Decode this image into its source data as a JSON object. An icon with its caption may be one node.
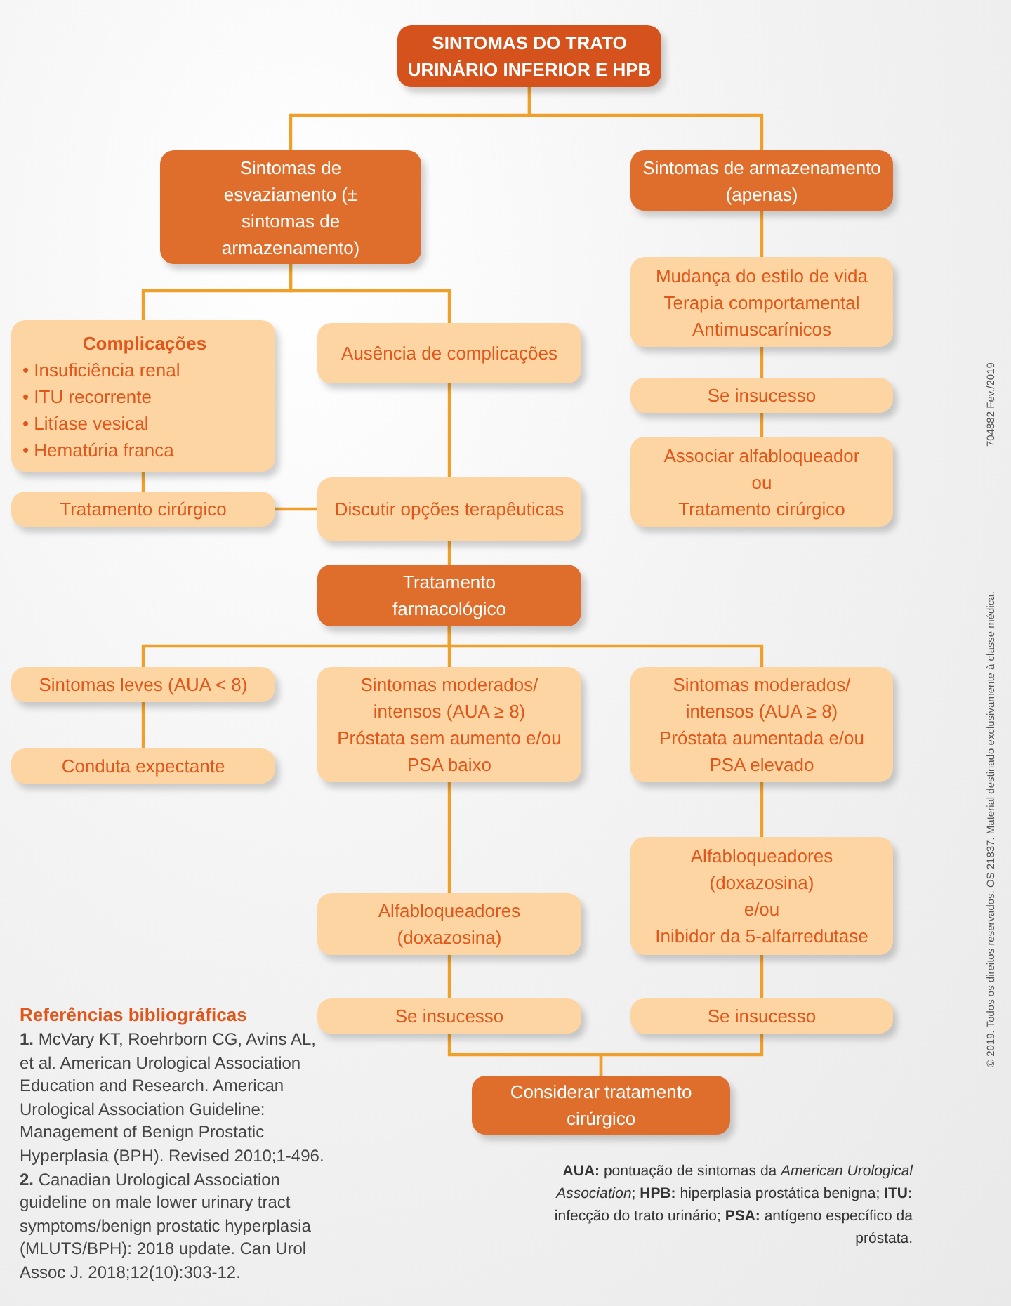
{
  "diagram": {
    "nodes": [
      {
        "text": [
          "SINTOMAS DO TRATO URINÁRIO INFERIOR E HPB"
        ]
      },
      {
        "text": [
          "Sintomas de esvaziamento (± sintomas de armazenamento)"
        ]
      },
      {
        "text": [
          "Sintomas de armazenamento (apenas)"
        ]
      },
      {
        "text": [
          "Complicações",
          "• Insuficiência renal",
          "• ITU recorrente",
          "• Litíase vesical",
          "• Hematúria franca"
        ]
      },
      {
        "text": [
          "Ausência de complicações"
        ]
      },
      {
        "text": [
          "Mudança do estilo de vida",
          "Terapia comportamental",
          "Antimuscarínicos"
        ]
      },
      {
        "text": [
          "Tratamento cirúrgico"
        ]
      },
      {
        "text": [
          "Discutir opções terapêuticas"
        ]
      },
      {
        "text": [
          "Se insucesso"
        ]
      },
      {
        "text": [
          "Associar alfabloqueador",
          "ou",
          "Tratamento cirúrgico"
        ]
      },
      {
        "text": [
          "Tratamento farmacológico"
        ]
      },
      {
        "text": [
          "Sintomas leves (AUA < 8)"
        ]
      },
      {
        "text": [
          "Sintomas moderados/ intensos (AUA ≥ 8)",
          "Próstata sem aumento e/ou PSA baixo"
        ]
      },
      {
        "text": [
          "Sintomas moderados/ intensos (AUA ≥ 8)",
          "Próstata aumentada e/ou PSA elevado"
        ]
      },
      {
        "text": [
          "Conduta expectante"
        ]
      },
      {
        "text": [
          "Alfabloqueadores (doxazosina)"
        ]
      },
      {
        "text": [
          "Alfabloqueadores (doxazosina)",
          "e/ou",
          "Inibidor da 5-alfarredutase"
        ]
      },
      {
        "text": [
          "Se insucesso"
        ]
      },
      {
        "text": [
          "Se insucesso"
        ]
      },
      {
        "text": [
          "Considerar tratamento cirúrgico"
        ]
      }
    ],
    "edges": [
      {
        "from": 0,
        "to": 1,
        "arrow": "none"
      },
      {
        "from": 0,
        "to": 2,
        "arrow": "none"
      },
      {
        "from": 1,
        "to": 3,
        "arrow": "none"
      },
      {
        "from": 1,
        "to": 4,
        "arrow": "none"
      },
      {
        "from": 2,
        "to": 5,
        "arrow": "none"
      },
      {
        "from": 5,
        "to": 8,
        "arrow": "none"
      },
      {
        "from": 8,
        "to": 9,
        "arrow": "none"
      },
      {
        "from": 3,
        "to": 6,
        "arrow": "none"
      },
      {
        "from": 6,
        "to": 7,
        "arrow": "none"
      },
      {
        "from": 4,
        "to": 7,
        "arrow": "none"
      },
      {
        "from": 7,
        "to": 10,
        "arrow": "none"
      },
      {
        "from": 10,
        "to": 11,
        "arrow": "none"
      },
      {
        "from": 10,
        "to": 12,
        "arrow": "none"
      },
      {
        "from": 10,
        "to": 13,
        "arrow": "none"
      },
      {
        "from": 11,
        "to": 14,
        "arrow": "none"
      },
      {
        "from": 12,
        "to": 15,
        "arrow": "none"
      },
      {
        "from": 13,
        "to": 16,
        "arrow": "none"
      },
      {
        "from": 15,
        "to": 17,
        "arrow": "none"
      },
      {
        "from": 16,
        "to": 18,
        "arrow": "none"
      },
      {
        "from": 17,
        "to": 19,
        "arrow": "none"
      },
      {
        "from": 18,
        "to": 19,
        "arrow": "none"
      }
    ],
    "labels": [
      "Referências bibliográficas",
      "**1.** McVary KT, Roehrborn CG, Avins AL, et al. American Urological Association Education and Research. American Urological Association Guideline: Management of Benign Prostatic Hyperplasia (BPH). Revised 2010;1-496.",
      "**2.** Canadian Urological Association guideline on male lower urinary tract symptoms/benign prostatic hyperplasia (MLUTS/BPH): 2018 update. Can Urol Assoc J. 2018;12(10):303-12.",
      "**AUA:** pontuação de sintomas da *American Urological Association*; **HPB:** hiperplasia prostática benigna; **ITU:** infecção do trato urinário; **PSA:** antígeno específico da próstata.",
      "704882 Fev./2019",
      "© 2019. Todos os direitos reservados. OS 21837. Material destinado exclusivamente à classe médica."
    ]
  }
}
